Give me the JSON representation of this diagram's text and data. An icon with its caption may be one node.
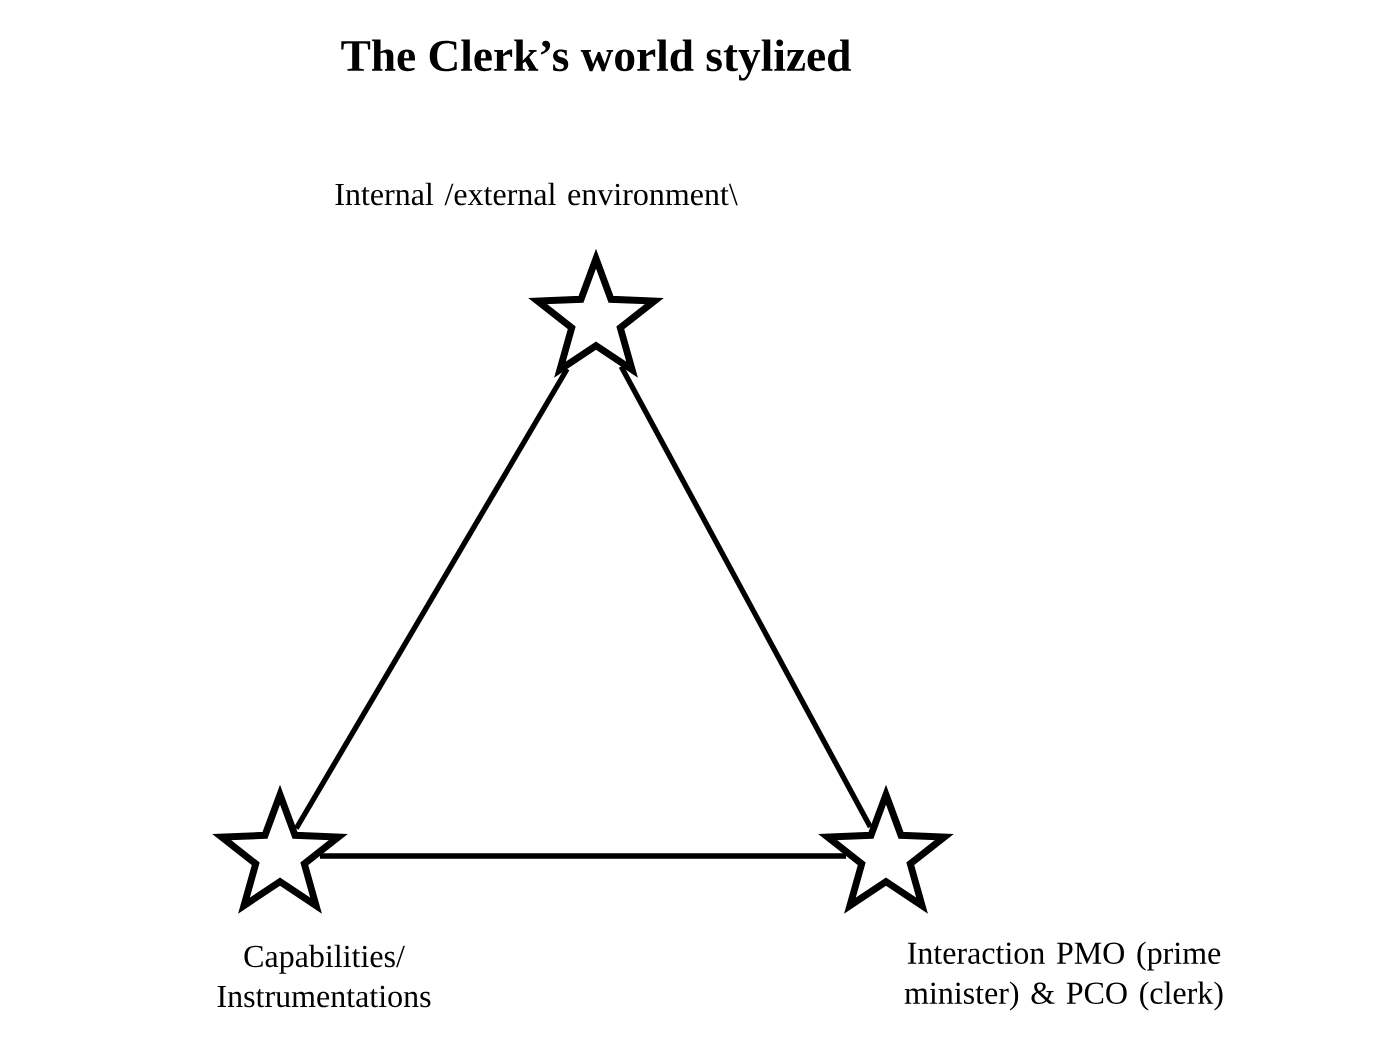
{
  "diagram": {
    "title": "The Clerk’s world stylized",
    "nodes": [
      {
        "text": [],
        "shape": "star",
        "beside": [
          "Internal /external environment\\"
        ]
      },
      {
        "text": [],
        "shape": "star",
        "beside": [
          "Capabilities/ Instrumentations"
        ]
      },
      {
        "text": [],
        "shape": "star",
        "beside": [
          "Interaction PMO (prime minister) & PCO (clerk)"
        ]
      }
    ],
    "edges": [
      {
        "from": 0,
        "to": 1,
        "arrow": "none"
      },
      {
        "from": 1,
        "to": 2,
        "arrow": "none"
      },
      {
        "from": 2,
        "to": 0,
        "arrow": "none"
      }
    ]
  }
}
